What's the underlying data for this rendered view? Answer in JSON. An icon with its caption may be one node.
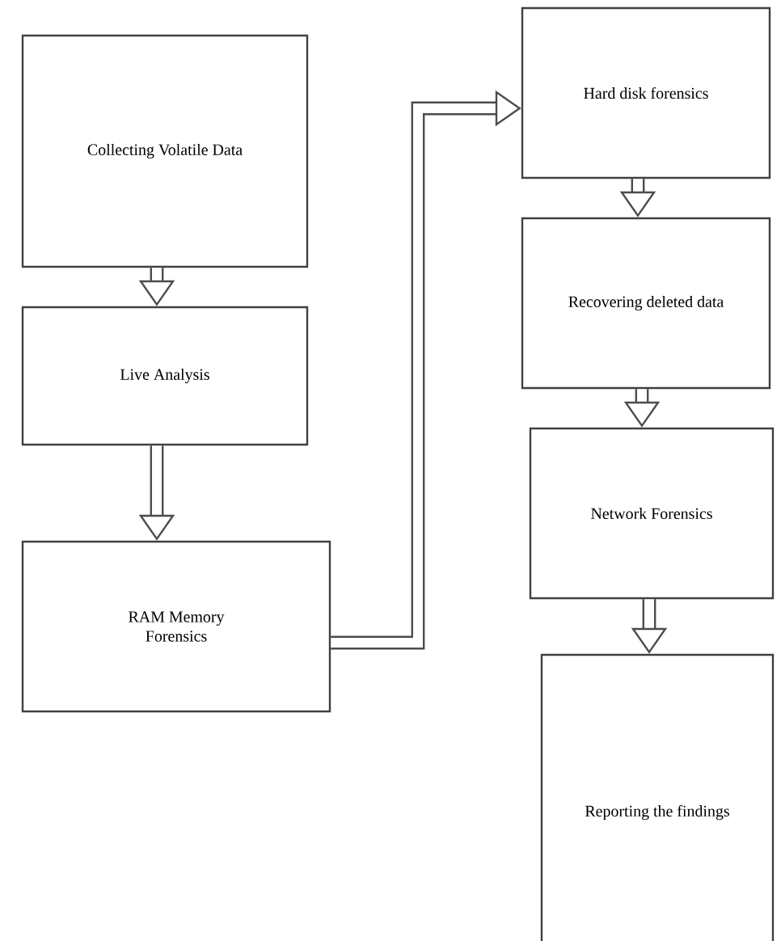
{
  "diagram": {
    "nodes": [
      {
        "text": [
          "Collecting Volatile Data"
        ]
      },
      {
        "text": [
          "Live Analysis"
        ]
      },
      {
        "text": [
          "RAM Memory Forensics"
        ]
      },
      {
        "text": [
          "Hard disk forensics"
        ]
      },
      {
        "text": [
          "Recovering deleted data"
        ]
      },
      {
        "text": [
          "Network Forensics"
        ]
      },
      {
        "text": [
          "Reporting the findings"
        ]
      }
    ],
    "edges": [
      {
        "from": 0,
        "to": 1,
        "arrow": "to"
      },
      {
        "from": 1,
        "to": 2,
        "arrow": "to"
      },
      {
        "from": 2,
        "to": 3,
        "arrow": "to"
      },
      {
        "from": 3,
        "to": 4,
        "arrow": "to"
      },
      {
        "from": 4,
        "to": 5,
        "arrow": "to"
      },
      {
        "from": 5,
        "to": 6,
        "arrow": "to"
      }
    ]
  }
}
